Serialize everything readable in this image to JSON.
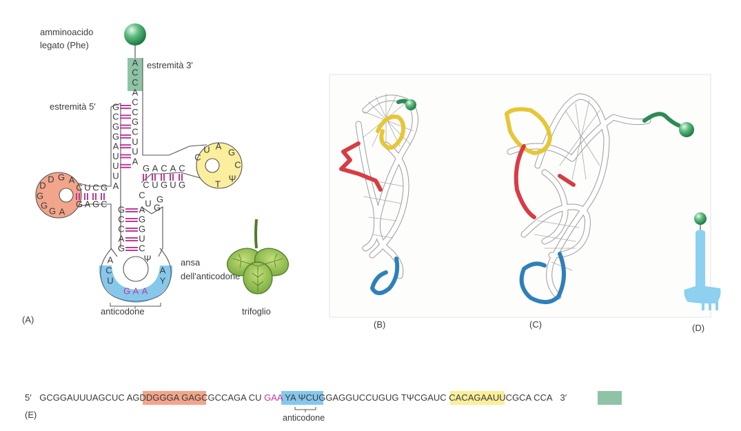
{
  "colors": {
    "acceptor": "#8fc3a6",
    "d_loop": "#f2a58a",
    "anticodon_loop": "#86c8ec",
    "t_loop": "#fbee9c",
    "base_pair": "#c0389a",
    "ribbon_red": "#d73c45",
    "ribbon_yellow": "#e7c636",
    "ribbon_blue": "#2e80b9",
    "ribbon_green": "#2d8a55",
    "schematic_blue": "#8dd0ef",
    "ball_green": "#3aa264"
  },
  "panel_a": {
    "panel_label": "(A)",
    "amino_acid_label_line1": "amminoacido",
    "amino_acid_label_line2": "legato (Phe)",
    "end3_label": "estremità 3′",
    "end5_label": "estremità 5′",
    "anticodon_loop_label_line1": "ansa",
    "anticodon_loop_label_line2": "dell'anticodone",
    "anticodon_label": "anticodone",
    "trefoil_label": "trifoglio",
    "anticodon": "GAA",
    "acceptor_3prime": [
      "A",
      "C",
      "C",
      "A",
      "C",
      "C",
      "G",
      "C",
      "U",
      "U",
      "A"
    ],
    "stem_5prime": [
      "G",
      "C",
      "G",
      "G",
      "A",
      "U",
      "U",
      "U",
      "A"
    ],
    "d_stem_top": [
      "C",
      "U",
      "C",
      "G"
    ],
    "d_stem_bottom": [
      "G",
      "A",
      "G",
      "C"
    ],
    "d_loop": [
      "A",
      "G",
      "D",
      "D",
      "G",
      "G",
      "G",
      "A"
    ],
    "t_stem_top": [
      "G",
      "A",
      "C",
      "A",
      "C"
    ],
    "t_stem_bottom": [
      "C",
      "U",
      "G",
      "U",
      "G"
    ],
    "t_loop": [
      "C",
      "U",
      "A",
      "G",
      "C",
      "Ψ",
      "T"
    ],
    "variable_loop": [
      "C",
      "U",
      "G",
      "G"
    ],
    "anticodon_stem_5prime": [
      "G",
      "C",
      "C",
      "A",
      "G"
    ],
    "anticodon_stem_3prime": [
      "A",
      "G",
      "G",
      "U",
      "C"
    ],
    "anticodon_loop_left": [
      "A",
      "C",
      "U"
    ],
    "anticodon_loop_right": [
      "Ψ",
      "A",
      "Y"
    ]
  },
  "panel_b": {
    "panel_label": "(B)"
  },
  "panel_c": {
    "panel_label": "(C)"
  },
  "panel_d": {
    "panel_label": "(D)"
  },
  "panel_e": {
    "panel_label": "(E)",
    "prime5": "5′",
    "prime3": "3′",
    "seg1": "GCGGAUUUAGCUC",
    "seg_d": "AGDDGGGA",
    "seg2": "GAGCGCCAGA",
    "seg_ac_a": "CU",
    "seg_ac_b": "GAA",
    "seg_ac_c": "YA",
    "seg3": "ΨCUGGAGGUCCUGUG",
    "seg_t": "TΨCGAUC",
    "seg4": "CACAGAAUUCGCA",
    "seg_cca": "CCA",
    "anticodon_label": "anticodone"
  }
}
